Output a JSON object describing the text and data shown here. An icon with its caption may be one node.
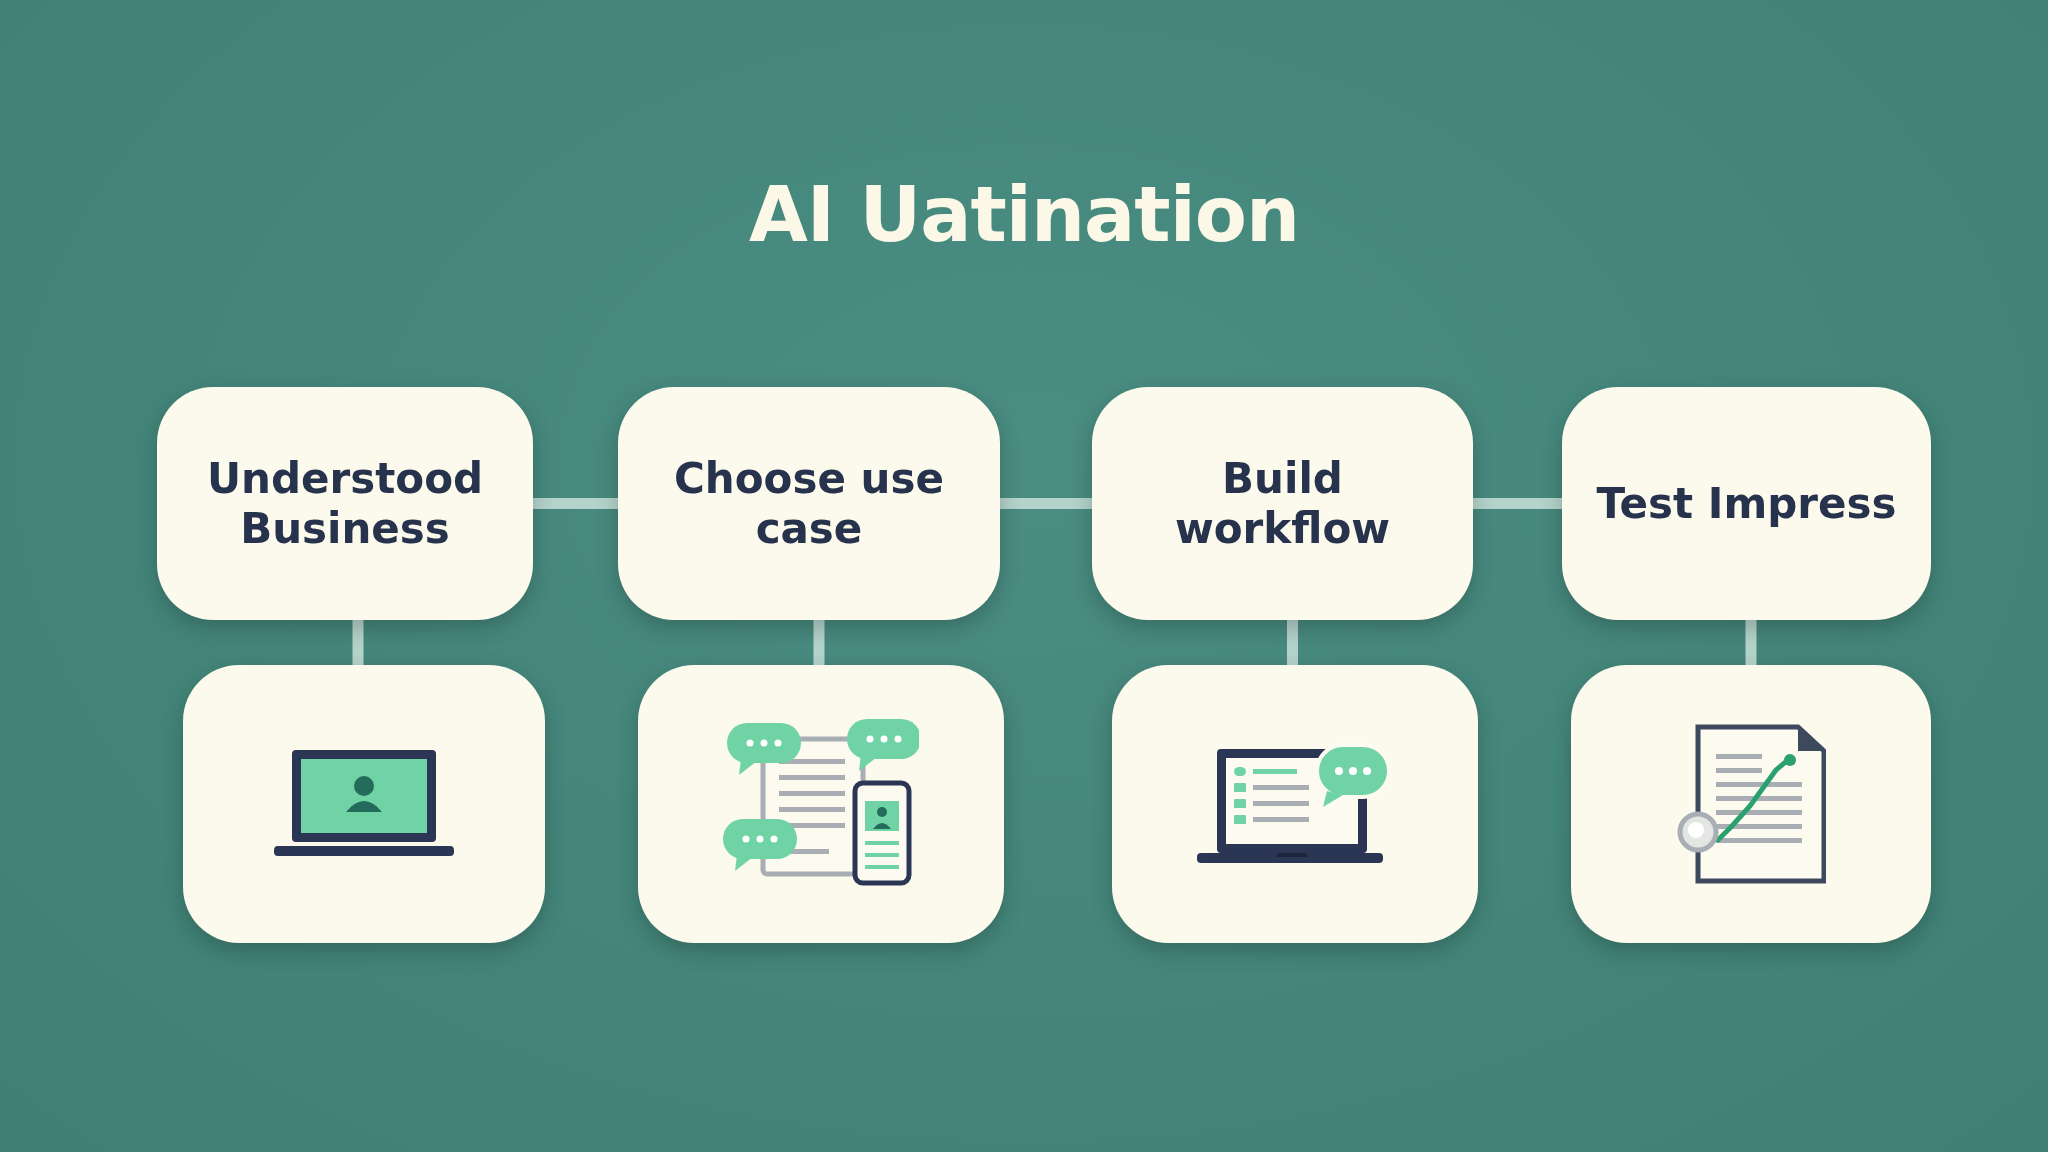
{
  "diagram": {
    "title": "AI Uatination",
    "nodes": [
      {
        "text": [
          "Understood Business"
        ]
      },
      {
        "text": [
          "Choose use case"
        ]
      },
      {
        "text": [
          "Build workflow"
        ]
      },
      {
        "text": [
          "Test Impress"
        ]
      },
      {
        "text": [],
        "shape": "picture"
      },
      {
        "text": [],
        "shape": "picture"
      },
      {
        "text": [],
        "shape": "picture"
      },
      {
        "text": [],
        "shape": "picture"
      }
    ],
    "edges": [
      {
        "from": 0,
        "to": 1,
        "arrow": "none"
      },
      {
        "from": 1,
        "to": 2,
        "arrow": "none"
      },
      {
        "from": 2,
        "to": 3,
        "arrow": "none"
      },
      {
        "from": 0,
        "to": 4,
        "arrow": "none"
      },
      {
        "from": 1,
        "to": 5,
        "arrow": "none"
      },
      {
        "from": 2,
        "to": 6,
        "arrow": "none"
      },
      {
        "from": 3,
        "to": 7,
        "arrow": "none"
      }
    ]
  }
}
